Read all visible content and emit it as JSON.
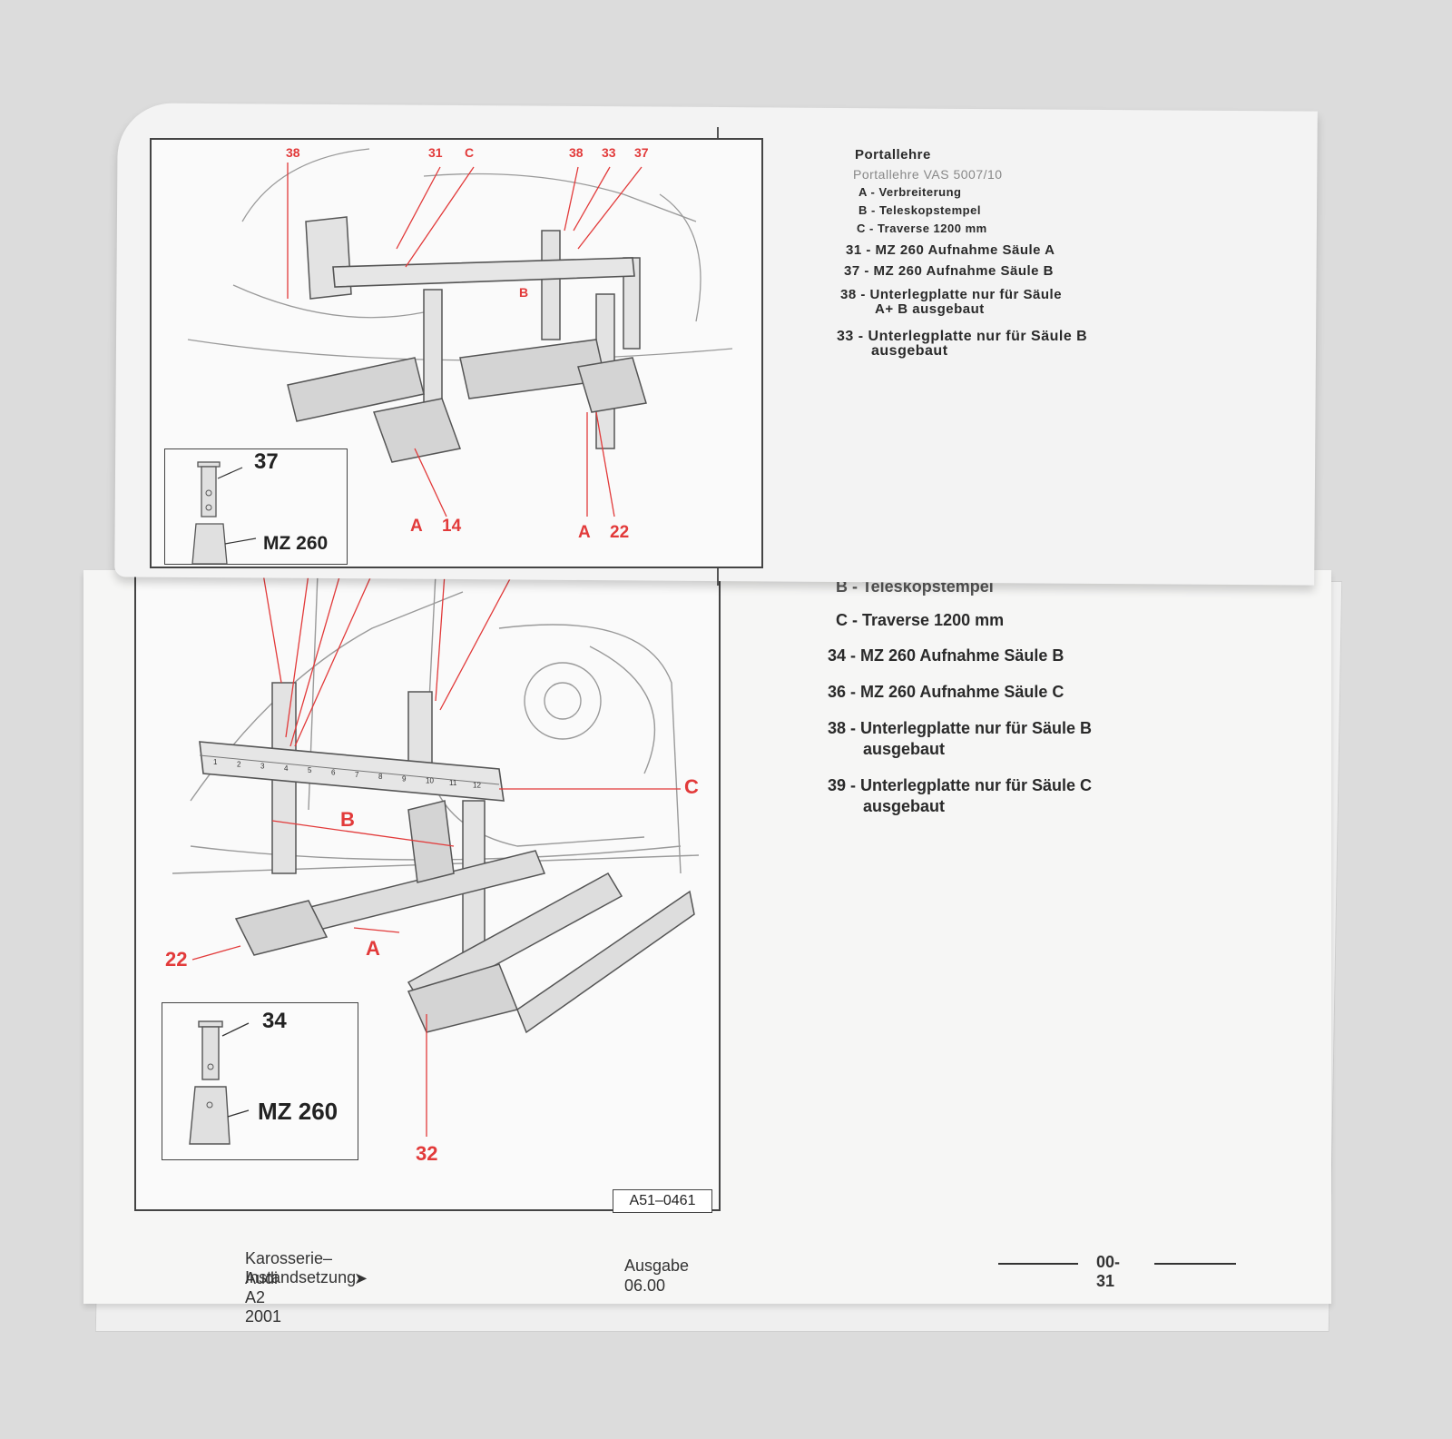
{
  "upper_page": {
    "callouts_top": [
      "38",
      "31",
      "C",
      "38",
      "33",
      "37"
    ],
    "callouts_mid": [
      "B"
    ],
    "callouts_bottom": [
      "A",
      "14",
      "A",
      "22"
    ],
    "inset": {
      "part": "37",
      "tool": "MZ 260"
    },
    "legend": {
      "title": "Portallehre",
      "subtitle": "Portallehre VAS 5007/10",
      "items": [
        "A - Verbreiterung",
        "B - Teleskopstempel",
        "C - Traverse 1200 mm",
        "31 - MZ 260 Aufnahme Säule A",
        "37 - MZ 260 Aufnahme Säule B",
        "38 - Unterlegplatte nur für Säule",
        "A+ B ausgebaut",
        "33 - Unterlegplatte nur für Säule B",
        "ausgebaut"
      ]
    }
  },
  "lower_page": {
    "callouts": {
      "c": "C",
      "b": "B",
      "a": "A",
      "n22": "22",
      "n32": "32"
    },
    "scale_numbers": [
      "1",
      "2",
      "3",
      "4",
      "5",
      "6",
      "7",
      "8",
      "9",
      "10",
      "11",
      "12"
    ],
    "inset": {
      "part": "34",
      "tool": "MZ 260"
    },
    "figure_code": "A51–0461",
    "legend": {
      "items": [
        "B - Teleskopstempel",
        "C - Traverse 1200 mm",
        "34 - MZ 260 Aufnahme Säule B",
        "36 - MZ 260 Aufnahme Säule C",
        "38 - Unterlegplatte nur für Säule B",
        "ausgebaut",
        "39 - Unterlegplatte nur für Säule C",
        "ausgebaut"
      ]
    },
    "footer": {
      "manual": "Karosserie–Instandsetzung",
      "model": "Audi A2 2001",
      "arrow": "➤",
      "edition_label": "Ausgabe",
      "edition": "06.00",
      "page_number": "00-31"
    }
  }
}
